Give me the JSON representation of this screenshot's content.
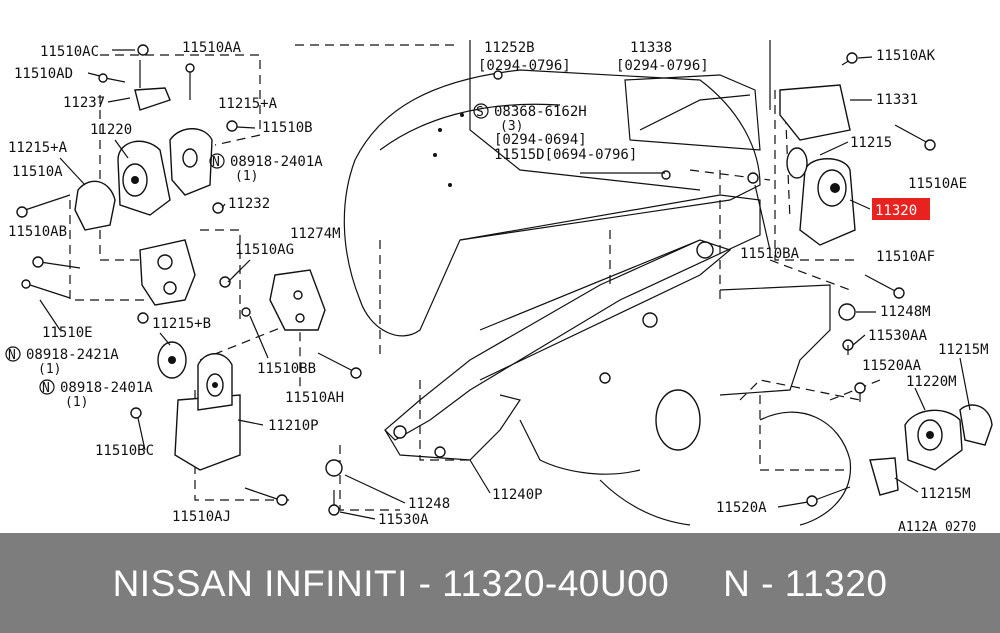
{
  "labels": {
    "l_11510AC": "11510AC",
    "l_11510AA": "11510AA",
    "l_11510AD": "11510AD",
    "l_11237": "11237",
    "l_11215A_top": "11215+A",
    "l_11510B": "11510B",
    "l_11220": "11220",
    "l_11215A_left": "11215+A",
    "l_08918_2401A": "08918-2401A",
    "l_08918_2401A_q": "(1)",
    "l_11510A": "11510A",
    "l_11232": "11232",
    "l_11510AB": "11510AB",
    "l_11274M": "11274M",
    "l_11510AG": "11510AG",
    "l_11510E": "11510E",
    "l_11215B": "11215+B",
    "l_08918_2421A": "08918-2421A",
    "l_08918_2421A_q": "(1)",
    "l_08918_2401A_b": "08918-2401A",
    "l_08918_2401A_b_q": "(1)",
    "l_11510BB": "11510BB",
    "l_11510AH": "11510AH",
    "l_11510BC": "11510BC",
    "l_11210P": "11210P",
    "l_11510AJ": "11510AJ",
    "l_11248": "11248",
    "l_11530A": "11530A",
    "l_11240P": "11240P",
    "l_11252B": "11252B",
    "l_11252B_date": "[0294-0796]",
    "l_11338": "11338",
    "l_11338_date": "[0294-0796]",
    "l_08368": "08368-6162H",
    "l_08368_q": "(3)",
    "l_08368_date": "[0294-0694]",
    "l_11515D": "11515D[0694-0796]",
    "l_11510AK": "11510AK",
    "l_11331": "11331",
    "l_11215": "11215",
    "l_11510AE": "11510AE",
    "l_11320": "11320",
    "l_11510BA": "11510BA",
    "l_11510AF": "11510AF",
    "l_11248M": "11248M",
    "l_11530AA": "11530AA",
    "l_11520AA": "11520AA",
    "l_11215M_top": "11215M",
    "l_11220M": "11220M",
    "l_11215M_bot": "11215M",
    "l_11520A": "11520A",
    "l_code": "A112A 0270",
    "prefix_N": "N",
    "prefix_S": "S"
  },
  "highlight_color": "#e8231f",
  "footer": {
    "text": "NISSAN INFINITI - 11320-40U00     N - 11320",
    "background": "#7d7d7d"
  }
}
